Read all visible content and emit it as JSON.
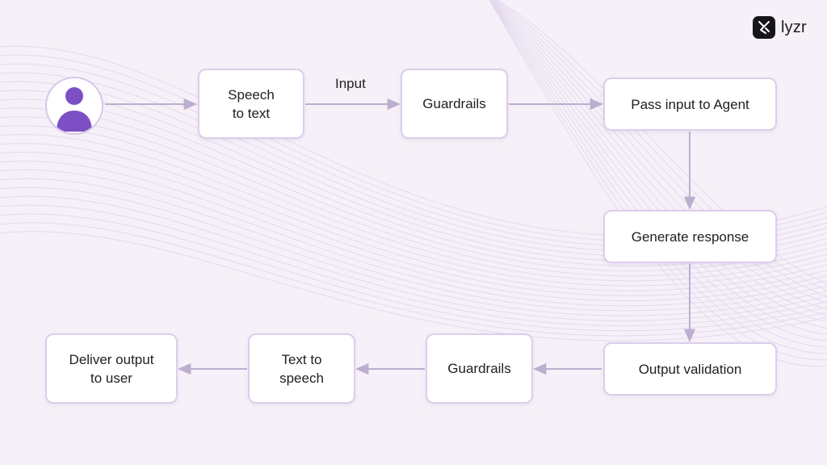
{
  "brand": {
    "logo_text": "lyzr",
    "logo_icon": "lyzr-logo-icon"
  },
  "user": {
    "icon": "user-icon"
  },
  "flow": {
    "speech_to_text": "Speech\nto text",
    "input_label": "Input",
    "guardrails_in": "Guardrails",
    "pass_to_agent": "Pass input to Agent",
    "generate_response": "Generate response",
    "output_validation": "Output validation",
    "guardrails_out": "Guardrails",
    "text_to_speech": "Text to\nspeech",
    "deliver_output": "Deliver output\nto user"
  },
  "colors": {
    "background": "#f6f1f8",
    "node_border": "#dccdec",
    "arrow": "#bdaed0",
    "avatar": "#7c4fc4"
  }
}
